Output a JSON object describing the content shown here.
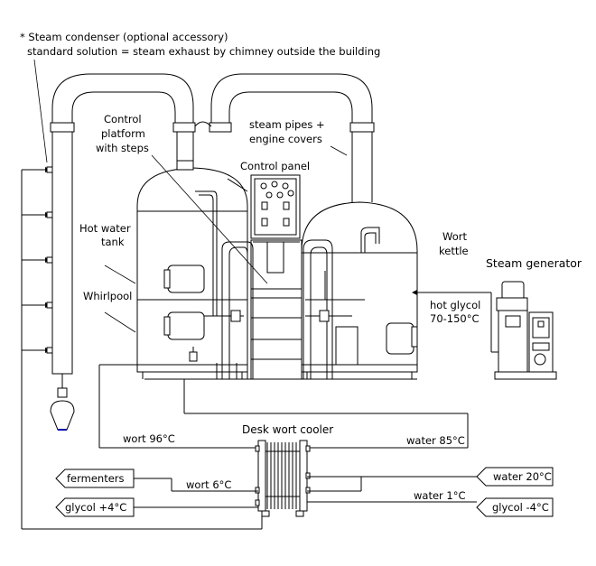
{
  "notes": {
    "condenser_note": "* Steam condenser (optional accessory)",
    "standard_solution": "standard solution =  steam exhaust by chimney outside the building"
  },
  "labels": {
    "control_platform_1": "Control",
    "control_platform_2": "platform",
    "control_platform_3": "with steps",
    "steam_pipes_1": "steam pipes +",
    "steam_pipes_2": "engine covers",
    "control_panel": "Control panel",
    "hot_water_tank_1": "Hot water",
    "hot_water_tank_2": "tank",
    "whirlpool": "Whirlpool",
    "wort_kettle_1": "Wort",
    "wort_kettle_2": "kettle",
    "steam_generator": "Steam generator",
    "hot_glycol_1": "hot glycol",
    "hot_glycol_2": "70-150°C",
    "desk_wort_cooler": "Desk wort cooler",
    "wort_96": "wort 96°C",
    "water_85": "water 85°C",
    "wort_6": "wort 6°C",
    "water_1": "water 1°C"
  },
  "flags": {
    "fermenters": "fermenters",
    "glycol_plus4": "glycol +4°C",
    "water_20": "water 20°C",
    "glycol_minus4": "glycol -4°C"
  }
}
